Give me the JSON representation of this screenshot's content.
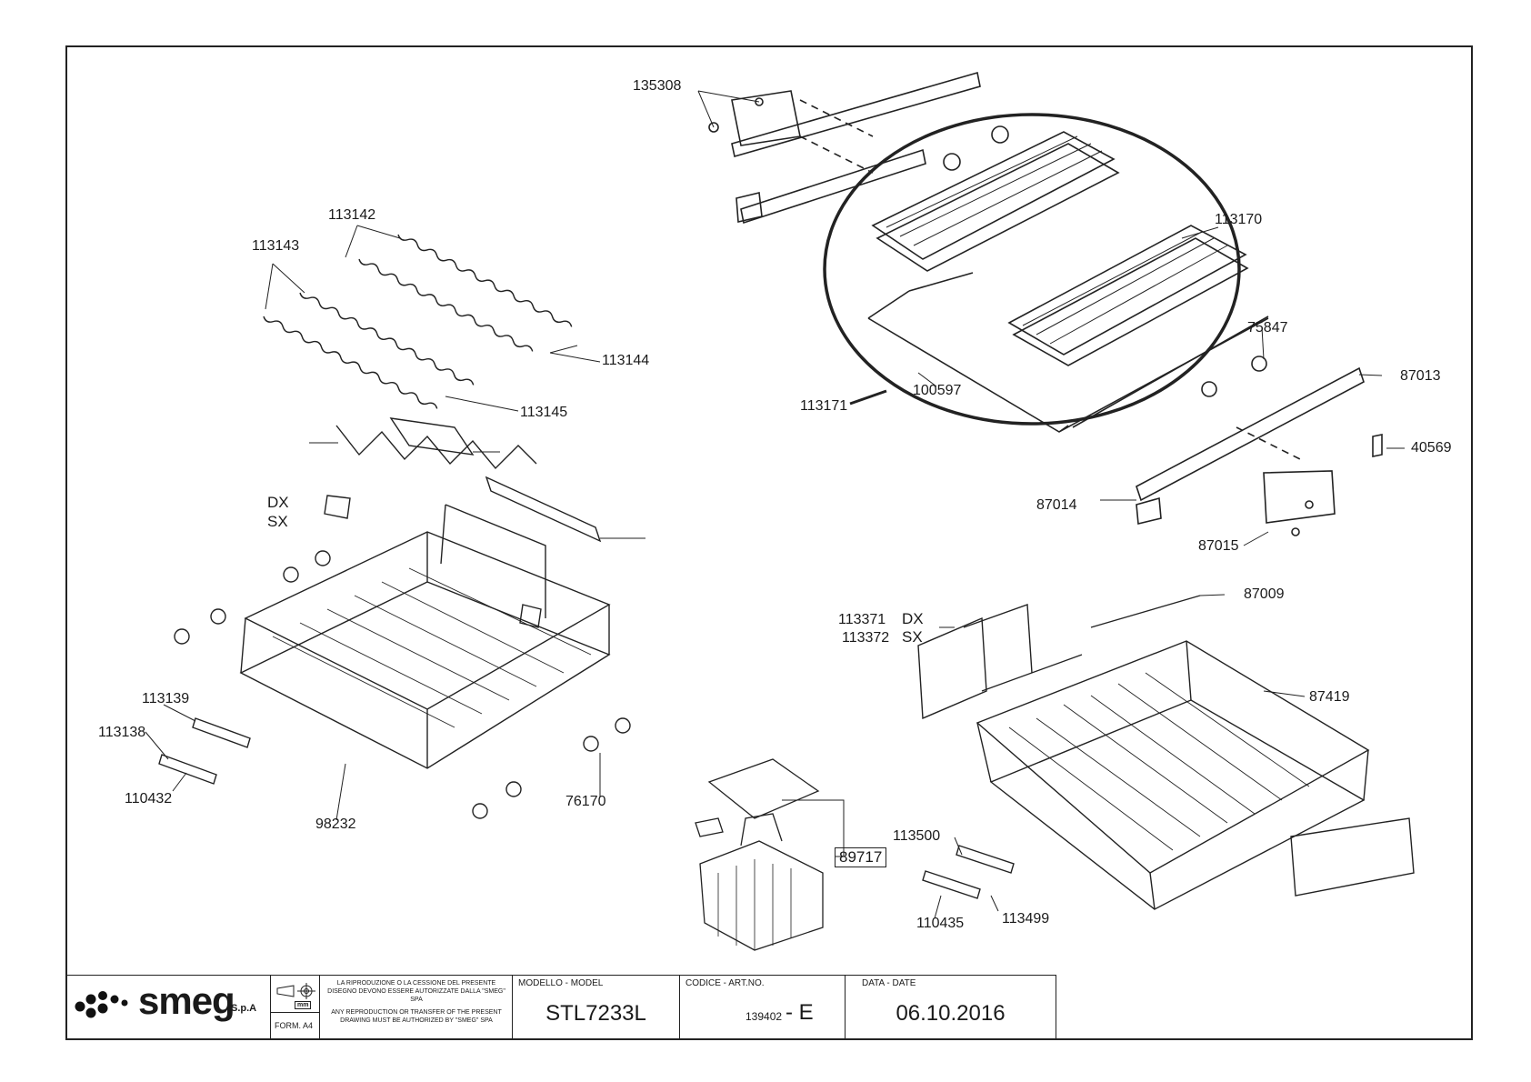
{
  "labels": {
    "p135308": "135308",
    "p113142": "113142",
    "p113143": "113143",
    "p113144": "113144",
    "p113145": "113145",
    "p113170": "113170",
    "p75847": "75847",
    "p87013": "87013",
    "p100597": "100597",
    "p113171": "113171",
    "p40569": "40569",
    "p87014": "87014",
    "p87015": "87015",
    "dx1": "DX",
    "sx1": "SX",
    "p87009": "87009",
    "p113371": "113371",
    "p113372": "113372",
    "dx2": "DX",
    "sx2": "SX",
    "p87419": "87419",
    "p113139": "113139",
    "p113138": "113138",
    "p110432": "110432",
    "p76170": "76170",
    "p98232": "98232",
    "p89717": "89717",
    "p113500": "113500",
    "p110435": "110435",
    "p113499": "113499"
  },
  "title_block": {
    "brand": "smeg",
    "company_suffix": "S.p.A",
    "unit": "mm",
    "format": "FORM. A4",
    "notice_it": "LA RIPRODUZIONE O LA CESSIONE DEL PRESENTE DISEGNO DEVONO ESSERE AUTORIZZATE DALLA \"SMEG\" SPA",
    "notice_en": "ANY REPRODUCTION OR TRANSFER OF THE PRESENT DRAWING MUST BE AUTHORIZED BY \"SMEG\" SPA",
    "model_header": "MODELLO - MODEL",
    "model_value": "STL7233L",
    "code_header": "CODICE - ART.NO.",
    "code_value": "139402",
    "revision": "- E",
    "date_header": "DATA - DATE",
    "date_value": "06.10.2016"
  },
  "colors": {
    "line": "#222222",
    "background": "#ffffff"
  }
}
